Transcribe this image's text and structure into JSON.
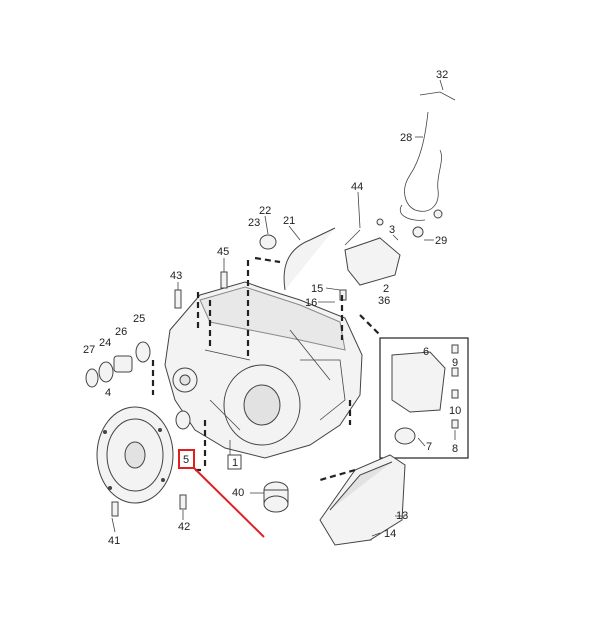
{
  "callouts": {
    "c32": "32",
    "c28": "28",
    "c44": "44",
    "c22": "22",
    "c23": "23",
    "c21": "21",
    "c3": "3",
    "c29": "29",
    "c45": "45",
    "c15": "15",
    "c2": "2",
    "c16": "16",
    "c36": "36",
    "c43": "43",
    "c25": "25",
    "c26": "26",
    "c24": "24",
    "c27": "27",
    "c4": "4",
    "c6": "6",
    "c9": "9",
    "c10": "10",
    "c7": "7",
    "c8": "8",
    "c5": "5",
    "c1": "1",
    "c40": "40",
    "c13": "13",
    "c14": "14",
    "c41": "41",
    "c42": "42"
  },
  "colors": {
    "highlight": "#e02020",
    "line": "#444444"
  }
}
